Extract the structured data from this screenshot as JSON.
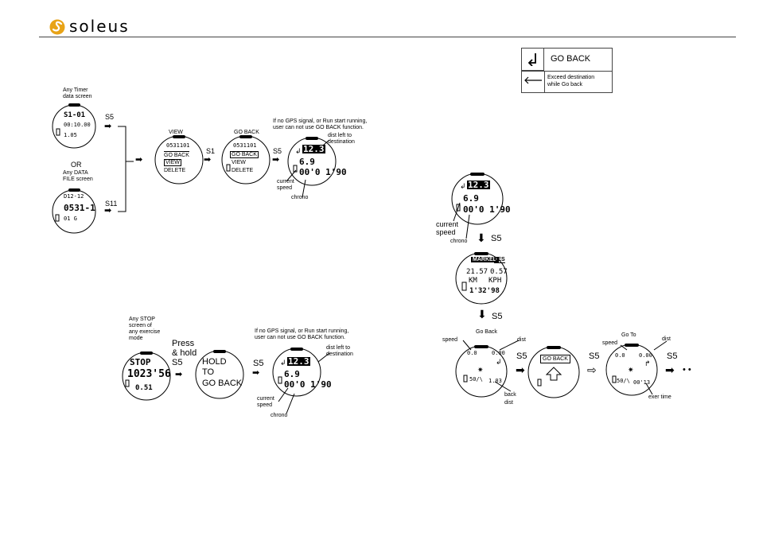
{
  "header": {
    "brand": "soleus",
    "brand_color": "#e8a317",
    "logo_icon": "soleus-swirl-icon"
  },
  "legend": {
    "goback_label": "GO BACK",
    "exceed_label_1": "Exceed destination",
    "exceed_label_2": "while Go back",
    "goback_icon": "return-arrow-icon",
    "exceed_icon": "left-arrow-icon"
  },
  "flow1": {
    "timer_caption_1": "Any Timer",
    "timer_caption_2": "data screen",
    "timer_line1": "S1-01",
    "timer_line2": "00:10.00",
    "timer_line3": "1.05",
    "s5": "S5",
    "or": "OR",
    "data_caption_1": "Any DATA",
    "data_caption_2": "FILE screen",
    "data_line1": "D12-12",
    "data_line2": "0531-1",
    "data_line3": "01  G",
    "s11": "S11",
    "view_caption": "VIEW",
    "view_date": "0531101",
    "view_go_back": "GO BACK",
    "view_view": "VIEW",
    "view_delete": "DELETE",
    "s1": "S1",
    "goback_caption": "GO BACK",
    "gb_date": "0531101",
    "gb_go_back": "GO BACK",
    "gb_view": "VIEW",
    "gb_delete": "DELETE",
    "s5b": "S5",
    "note_1": "If no GPS signal, or Run start running,",
    "note_2": "user can not use GO BACK function.",
    "run_dist": "12.3",
    "run_speed": "6.9",
    "run_chrono": "00'0 1'90",
    "ann_dist_1": "dist left to",
    "ann_dist_2": "destination",
    "ann_speed_1": "current",
    "ann_speed_2": "speed",
    "ann_chrono": "chrono"
  },
  "flow2": {
    "stop_caption_1": "Any STOP",
    "stop_caption_2": "screen of",
    "stop_caption_3": "any exercise",
    "stop_caption_4": "mode",
    "stop_word": "STOP",
    "stop_time": "1023'56",
    "stop_dist": "0.51",
    "press_1": "Press",
    "press_2": "& hold",
    "press_3": "S5",
    "hold_1": "HOLD",
    "hold_2": "TO",
    "hold_3": "GO BACK",
    "s5": "S5",
    "note_1": "If no GPS signal, or Run start running,",
    "note_2": "user can not use GO BACK function.",
    "run_dist": "12.3",
    "run_speed": "6.9",
    "run_chrono": "00'0 1'90",
    "ann_dist_1": "dist left to",
    "ann_dist_2": "destination",
    "ann_speed_1": "current",
    "ann_speed_2": "speed",
    "ann_chrono": "chrono"
  },
  "flow3": {
    "run_dist": "12.3",
    "run_speed": "6.9",
    "run_chrono": "00'0 1'90",
    "ann_speed_1": "current",
    "ann_speed_2": "speed",
    "ann_chrono": "chrono",
    "s5a": "S5",
    "tab_1": "MARKED",
    "tab_2": "TES",
    "v_left": "21.57",
    "v_right": "0.57",
    "u_left": "KM",
    "u_right": "KPH",
    "time": "1'32'98",
    "s5b": "S5",
    "gb_title": "Go Back",
    "gb_speed_lbl": "speed",
    "gb_dist_lbl": "dist",
    "gb_speed_val": "0.0",
    "gb_dist_val": "0.00",
    "gb_50": "50/\\",
    "gb_back": "1.03",
    "gb_back_lbl_1": "back",
    "gb_back_lbl_2": "dist",
    "s5c": "S5",
    "arrow_label": "GO BACK",
    "s5d": "S5",
    "gt_title": "Go To",
    "gt_speed_lbl": "speed",
    "gt_dist_lbl": "dist",
    "gt_speed_val": "0.0",
    "gt_dist_val": "0.00",
    "gt_50": "50/\\",
    "gt_time": "00'13",
    "gt_time_lbl": "exer time",
    "s5e": "S5",
    "dots": "• •"
  }
}
